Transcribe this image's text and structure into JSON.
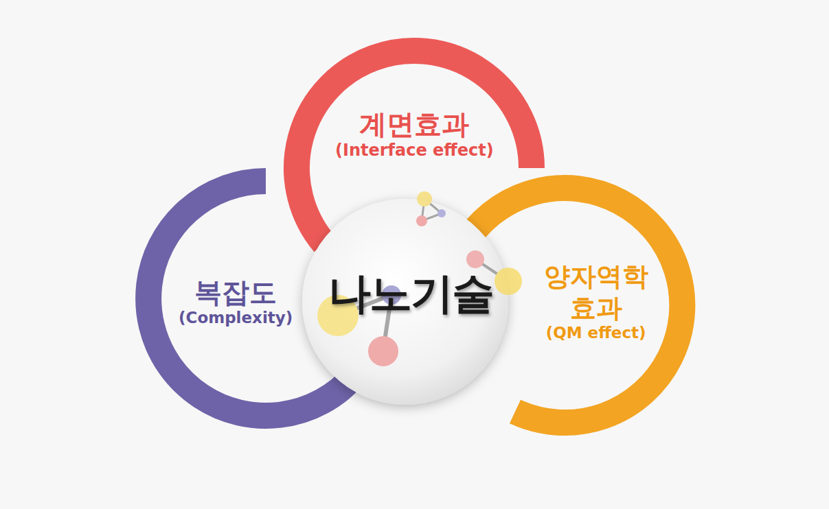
{
  "diagram": {
    "nodes": [
      {
        "text": [
          "계면효과",
          "(Interface effect)"
        ]
      },
      {
        "text": [
          "복잡도",
          "(Complexity)"
        ]
      },
      {
        "text": [
          "나노기술"
        ]
      },
      {
        "text": [
          "양자역학 효과",
          "(QM effect)"
        ]
      }
    ]
  }
}
